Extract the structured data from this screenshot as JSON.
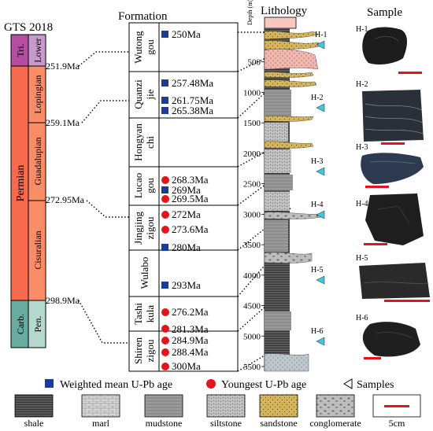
{
  "headers": {
    "gts": "GTS 2018",
    "formation": "Formation",
    "depth": "Depth (m)",
    "lithology": "Lithology",
    "sample": "Sample"
  },
  "gts": {
    "system": "Permian",
    "upper_system": "Tri.",
    "upper_series": "Lower",
    "series": [
      "Lopingian",
      "Guadalupian",
      "Cisuralian"
    ],
    "lower_system": "Carb.",
    "lower_series": "Pen.",
    "boundaries": [
      "251.9Ma",
      "259.1Ma",
      "272.95Ma",
      "298.9Ma"
    ]
  },
  "formations": [
    {
      "name": [
        "Wutong",
        "gou"
      ],
      "ages": [
        {
          "type": "weighted",
          "label": "250Ma"
        }
      ]
    },
    {
      "name": [
        "Quanzi",
        "jie"
      ],
      "ages": [
        {
          "type": "weighted",
          "label": "257.48Ma"
        },
        {
          "type": "weighted",
          "label": "261.75Ma"
        },
        {
          "type": "weighted",
          "label": "265.38Ma"
        }
      ]
    },
    {
      "name": [
        "Hongyan",
        "chi"
      ],
      "ages": []
    },
    {
      "name": [
        "Lucao",
        "gou"
      ],
      "ages": [
        {
          "type": "youngest",
          "label": "268.3Ma"
        },
        {
          "type": "weighted",
          "label": "269Ma"
        },
        {
          "type": "youngest",
          "label": "269.5Ma"
        }
      ]
    },
    {
      "name": [
        "Jingjing",
        "zigou"
      ],
      "ages": [
        {
          "type": "youngest",
          "label": "272Ma"
        },
        {
          "type": "youngest",
          "label": "273.6Ma"
        },
        {
          "type": "weighted",
          "label": "280Ma"
        }
      ]
    },
    {
      "name": [
        "Wulabo"
      ],
      "ages": [
        {
          "type": "weighted",
          "label": "293Ma"
        }
      ]
    },
    {
      "name": [
        "Tashi",
        "kula"
      ],
      "ages": [
        {
          "type": "youngest",
          "label": "276.2Ma"
        },
        {
          "type": "youngest",
          "label": "281.3Ma"
        }
      ]
    },
    {
      "name": [
        "Shiren",
        "zigou"
      ],
      "ages": [
        {
          "type": "youngest",
          "label": "284.9Ma"
        },
        {
          "type": "youngest",
          "label": "288.4Ma"
        },
        {
          "type": "youngest",
          "label": "300Ma"
        }
      ]
    }
  ],
  "depth_ticks": [
    "500",
    "1000",
    "1500",
    "2000",
    "2500",
    "3000",
    "3500",
    "4000",
    "4500",
    "5000",
    "5500"
  ],
  "samples": [
    "H-1",
    "H-2",
    "H-3",
    "H-4",
    "H-5",
    "H-6"
  ],
  "legend": {
    "weighted": "Weighted mean U-Pb age",
    "youngest": "Youngest U-Pb age",
    "samples": "Samples",
    "lithologies": [
      "shale",
      "marl",
      "mudstone",
      "siltstone",
      "sandstone",
      "conglomerate"
    ],
    "scale": "5cm"
  },
  "colors": {
    "permian": "#f86a4e",
    "permian_light": "#fb8c68",
    "triassic": "#b54ea0",
    "triassic_light": "#c79acb",
    "carboniferous": "#6aaba0",
    "pennsylvanian": "#b5d9cf",
    "marker_square": "#1a3d99",
    "marker_circle": "#e5141a",
    "sample_triangle": "#3fc8e0",
    "scale_bar": "#e0141a",
    "sandstone": "#d6b45a"
  }
}
